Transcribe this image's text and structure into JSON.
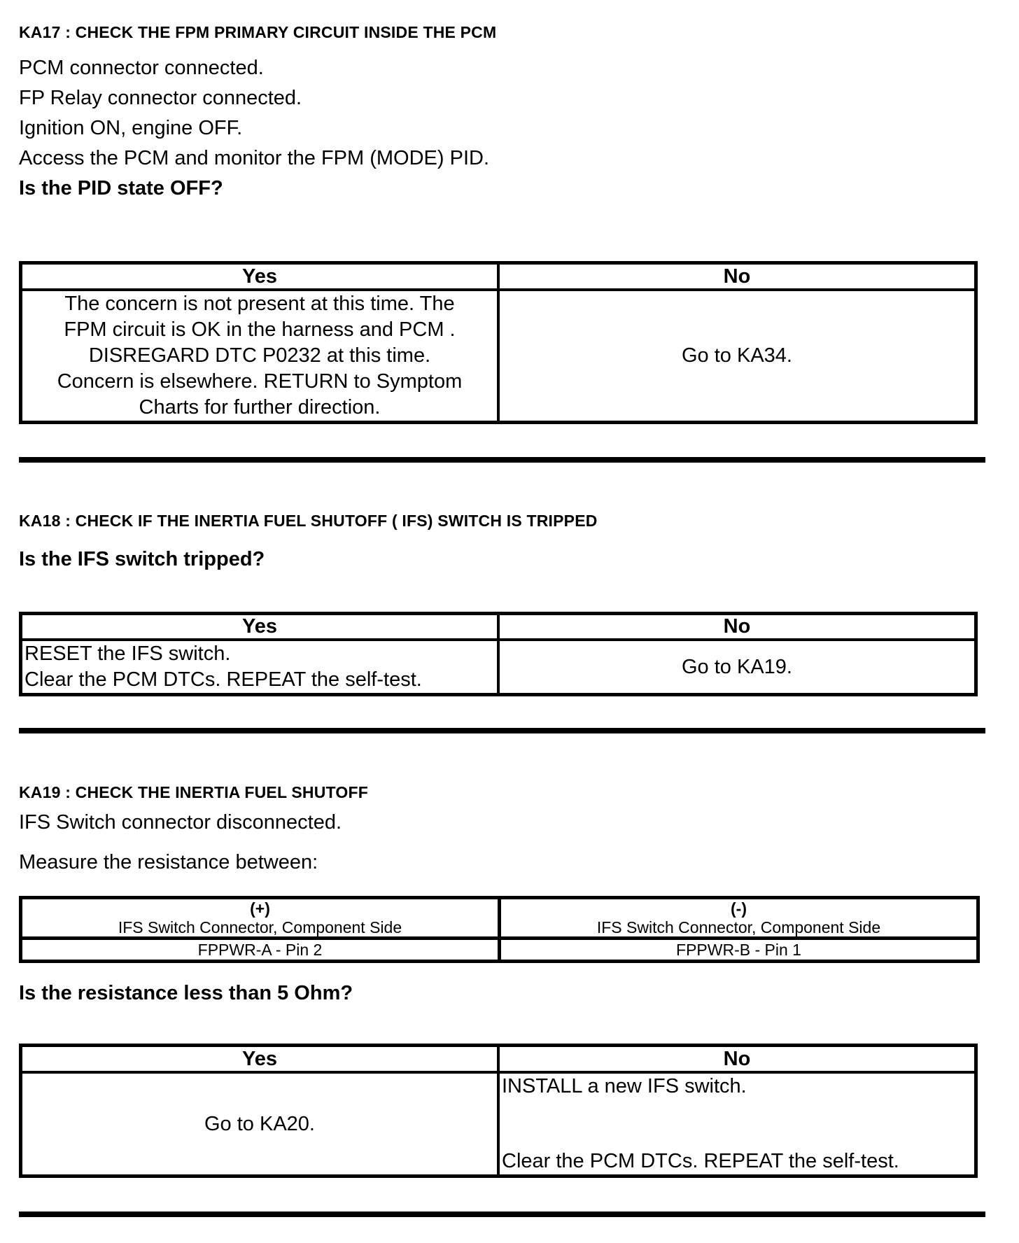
{
  "page": {
    "sections": [
      {
        "code": "KA17",
        "heading": "KA17 : CHECK THE FPM PRIMARY CIRCUIT INSIDE THE PCM",
        "steps": [
          "PCM connector connected.",
          "FP Relay connector connected.",
          "Ignition ON, engine OFF.",
          "Access the PCM and monitor the  FPM (MODE) PID."
        ],
        "question": "Is the PID state OFF?",
        "result_table": {
          "yes_header": "Yes",
          "no_header": "No",
          "yes_action": "The concern is not present at this time. The\nFPM circuit is OK in the harness and PCM .\nDISREGARD DTC P0232 at this time.\nConcern is elsewhere. RETURN to Symptom\nCharts for further direction.",
          "no_action": "Go to KA34."
        }
      },
      {
        "code": "KA18",
        "heading": "KA18 : CHECK IF THE INERTIA FUEL SHUTOFF ( IFS) SWITCH IS TRIPPED",
        "question": "Is the IFS switch tripped?",
        "result_table": {
          "yes_header": "Yes",
          "no_header": "No",
          "yes_action": "RESET the IFS switch.\nClear the PCM DTCs. REPEAT the self-test.",
          "no_action": "Go to KA19."
        }
      },
      {
        "code": "KA19",
        "heading": "KA19 : CHECK THE INERTIA FUEL SHUTOFF",
        "steps": [
          "IFS Switch connector disconnected.",
          "Measure the resistance between:"
        ],
        "measurement_table": {
          "positive": {
            "polarity": "(+)",
            "location": "IFS Switch Connector, Component Side",
            "pin": "FPPWR-A - Pin 2"
          },
          "negative": {
            "polarity": "(-)",
            "location": "IFS Switch Connector, Component Side",
            "pin": "FPPWR-B - Pin 1"
          }
        },
        "question": "Is the resistance less than 5 Ohm?",
        "result_table": {
          "yes_header": "Yes",
          "no_header": "No",
          "yes_action": "Go to KA20.",
          "no_action_top": "INSTALL a new IFS switch.",
          "no_action_bottom": "Clear the PCM DTCs. REPEAT the self-test."
        }
      }
    ]
  }
}
